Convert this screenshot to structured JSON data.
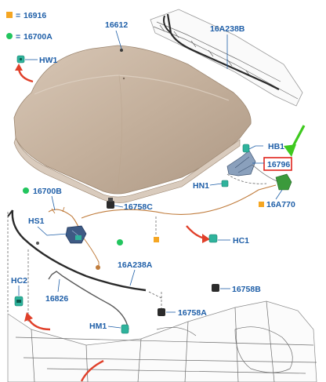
{
  "legend": [
    {
      "code": "16916",
      "color": "#f5a623",
      "shape": "square"
    },
    {
      "code": "16700A",
      "color": "#22c55e",
      "shape": "circle"
    }
  ],
  "labels": {
    "hood": "16612",
    "cowl_top": "16A238B",
    "hw1": "HW1",
    "hb1": "HB1",
    "hinge": "16796",
    "hn1": "HN1",
    "cable_bracket": "16A770",
    "cable_b": "16700B",
    "bumper_c": "16758C",
    "hs1": "HS1",
    "hc1": "HC1",
    "seal": "16A238A",
    "hc2": "HC2",
    "rod": "16826",
    "bumper_b": "16758B",
    "bumper_a": "16758A",
    "hm1": "HM1"
  },
  "colors": {
    "label": "#1f5fa8",
    "hood": "#c7b4a1",
    "arrow": "#e0402a",
    "connector": "#2fb39c",
    "highlight_box": "#e0231c",
    "green_arrow": "#3ec91e"
  }
}
